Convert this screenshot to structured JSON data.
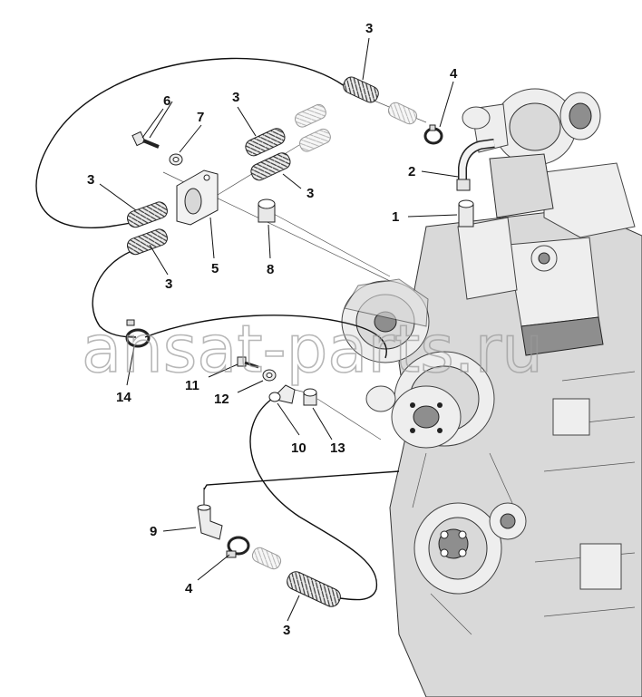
{
  "callouts": {
    "c1": "1",
    "c2": "2",
    "c3a": "3",
    "c3b": "3",
    "c3c": "3",
    "c3d": "3",
    "c3e": "3",
    "c3f": "3",
    "c4a": "4",
    "c4b": "4",
    "c5": "5",
    "c6": "6",
    "c7": "7",
    "c8": "8",
    "c9": "9",
    "c10": "10",
    "c11": "11",
    "c12": "12",
    "c13": "13",
    "c14": "14"
  },
  "watermark": "ansat-parts.ru",
  "colors": {
    "line": "#111111",
    "hose": "#555555",
    "engine": "#d9d9d9",
    "watermark": "#9a9a9a"
  }
}
